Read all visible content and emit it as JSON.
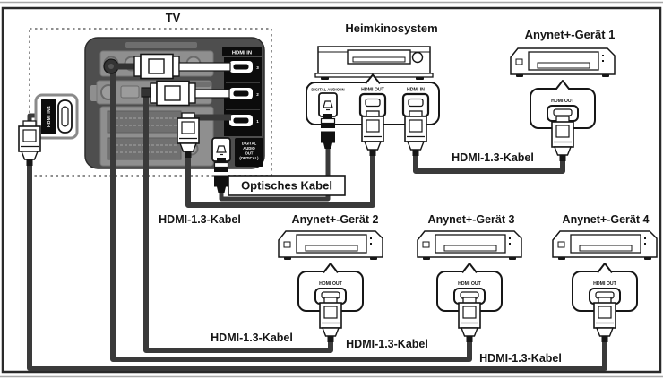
{
  "tv": {
    "label": "TV",
    "hdmi_in_header": "HDMI IN",
    "hdmi_port_numbers": [
      "3",
      "2",
      "1"
    ],
    "digital_audio_out_lines": [
      "DIGITAL",
      "AUDIO",
      "OUT",
      "(OPTICAL)"
    ],
    "side_port_label": "HDMI IN4"
  },
  "home_theater": {
    "label": "Heimkinosystem",
    "ports": [
      "DIGITAL AUDIO IN",
      "HDMI OUT",
      "HDMI IN"
    ]
  },
  "anynet_devices": [
    {
      "label": "Anynet+-Gerät 1",
      "port": "HDMI OUT"
    },
    {
      "label": "Anynet+-Gerät 2",
      "port": "HDMI OUT"
    },
    {
      "label": "Anynet+-Gerät 3",
      "port": "HDMI OUT"
    },
    {
      "label": "Anynet+-Gerät 4",
      "port": "HDMI OUT"
    }
  ],
  "cables": {
    "hdmi": "HDMI-1.3-Kabel",
    "optical": "Optisches Kabel"
  },
  "colors": {
    "cable": "#3a3a3a",
    "tv_panel": "#4e4e4e",
    "tv_subpanel": "#8f8f8f",
    "port_strip": "#0c0c0c",
    "outline": "#161616",
    "page_rule": "#a8a8a8"
  }
}
